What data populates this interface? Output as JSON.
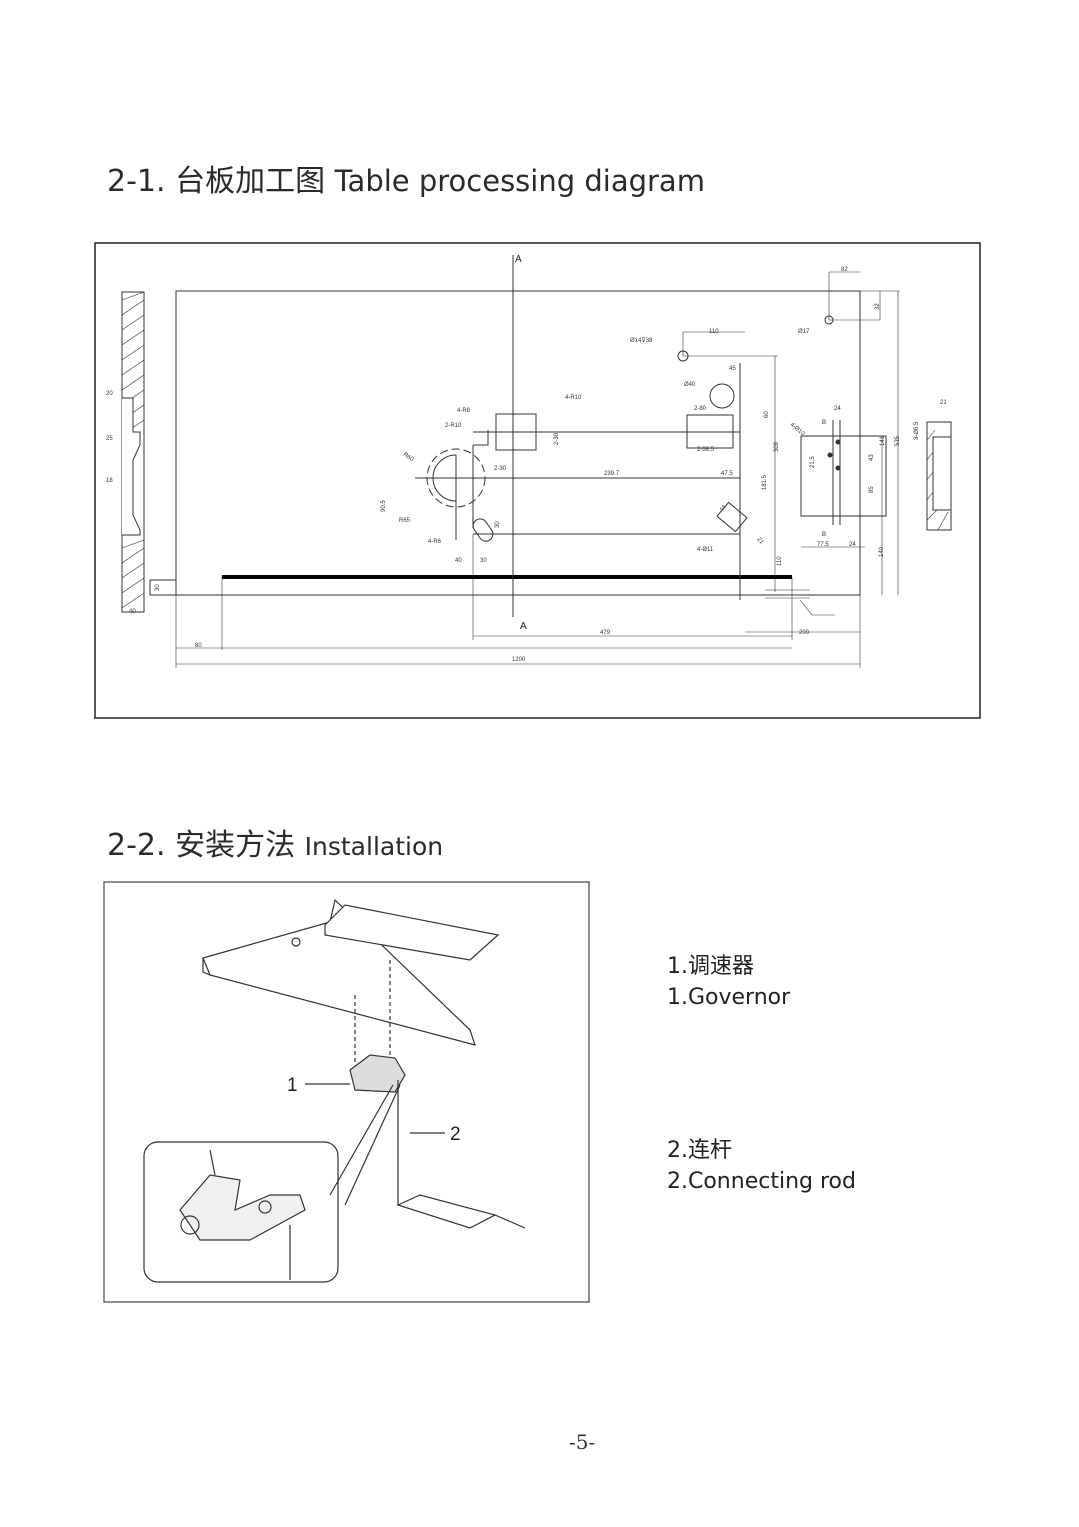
{
  "section1": {
    "number": "2-1.",
    "title_cn": "台板加工图",
    "title_en": "Table processing diagram"
  },
  "section2": {
    "number": "2-2.",
    "title_cn": "安装方法",
    "title_en": "Installation"
  },
  "drawing": {
    "section_marks": {
      "top": "A",
      "bottom": "A",
      "b_top": "B",
      "b_bottom": "B"
    },
    "labels": {
      "phi14": "Ø14⊽38",
      "d110": "110",
      "phi17": "Ø17",
      "d82": "82",
      "d32": "32",
      "d45": "45",
      "phi40": "Ø40",
      "r4_10": "4-R10",
      "r4_8": "4-R8",
      "r2_10": "2-R10",
      "d2_80": "2-80",
      "d60": "60",
      "d2_30v": "2-30",
      "d2_30": "2-30",
      "d2_58": "2-58.5",
      "d309": "309",
      "d239": "239.7",
      "d47": "47.5",
      "d181": "181.5",
      "r60": "R60",
      "r65": "R65",
      "d90": "90.5",
      "d30a": "30",
      "r4_6": "4-R6",
      "d40a": "40",
      "d30b": "30",
      "d44": "44",
      "d21a": "21",
      "phi4_11": "4-Ø11",
      "d110b": "110",
      "phi4_10": "4-Ø10",
      "d24a": "24",
      "d24b": "24",
      "d77": "77.5",
      "d21_5": "21.5",
      "d43": "43",
      "d141": "141",
      "d85": "85",
      "d140": "140",
      "d535": "535",
      "phi3_6": "3-Ø6.5",
      "d21b": "21",
      "d20": "20",
      "d25": "25",
      "d18": "18",
      "d40b": "40",
      "d30c": "30",
      "d80": "80",
      "d1200": "1200",
      "d479": "479",
      "d200": "200"
    }
  },
  "installation": {
    "callouts": {
      "c1": "1",
      "c2": "2"
    },
    "legend": [
      {
        "cn": "1.调速器",
        "en": "1.Governor"
      },
      {
        "cn": "2.连杆",
        "en": "2.Connecting rod"
      }
    ]
  },
  "page_number": "-5-"
}
